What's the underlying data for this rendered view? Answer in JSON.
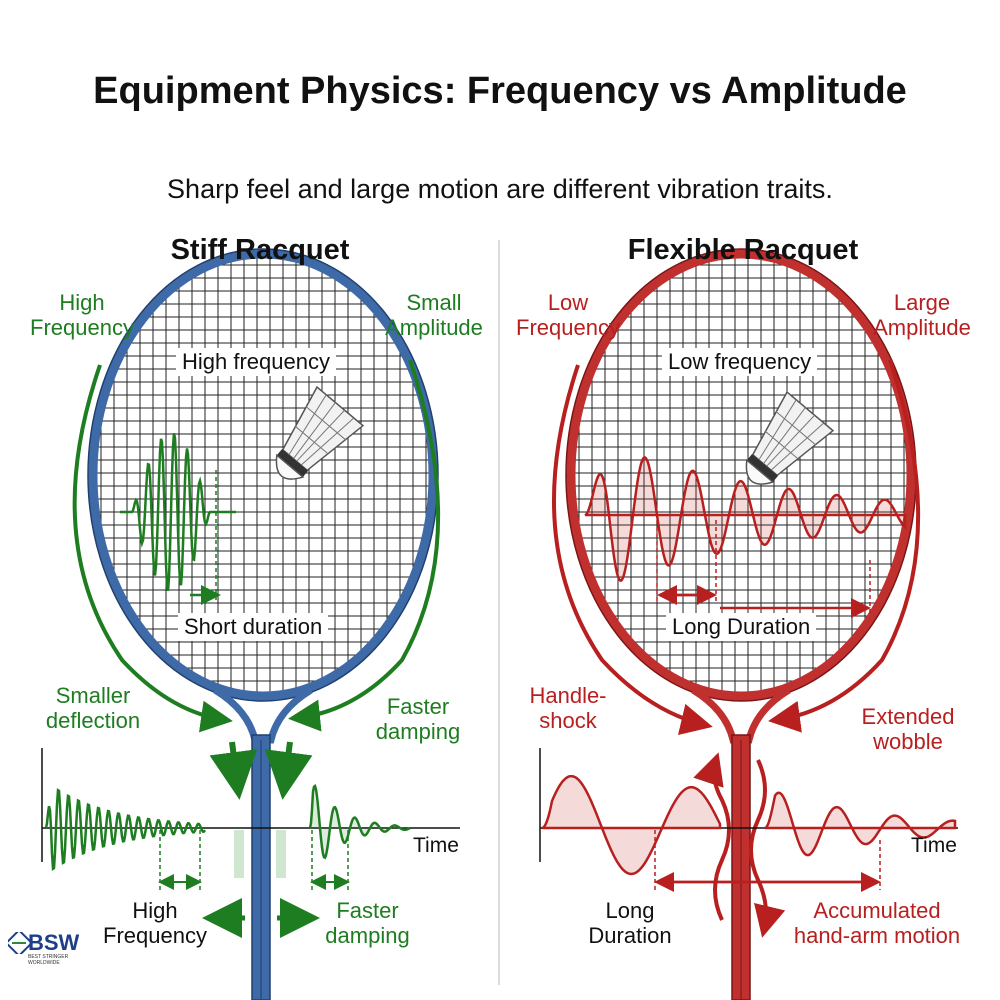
{
  "title": "Equipment Physics: Frequency vs Amplitude",
  "subtitle": "Sharp feel and large motion are different vibration traits.",
  "left": {
    "heading": "Stiff Racquet",
    "corner_left": [
      "High",
      "Frequency"
    ],
    "corner_right": [
      "Small",
      "Amplitude"
    ],
    "box_top": "High frequency",
    "box_bottom": "Short duration",
    "side_left": [
      "Smaller",
      "deflection"
    ],
    "side_right": [
      "Faster",
      "damping"
    ],
    "time_label": "Time",
    "bottom_left": [
      "High",
      "Frequency"
    ],
    "bottom_right": [
      "Faster",
      "damping"
    ]
  },
  "right": {
    "heading": "Flexible Racquet",
    "corner_left": [
      "Low",
      "Frequency"
    ],
    "corner_right": [
      "Large",
      "Amplitude"
    ],
    "box_top": "Low frequency",
    "box_bottom": "Long Duration",
    "side_left": [
      "Handle-",
      "shock"
    ],
    "side_right": [
      "Extended",
      "wobble"
    ],
    "time_label": "Time",
    "bottom_left": [
      "Long",
      "Duration"
    ],
    "bottom_right": [
      "Accumulated",
      "hand-arm motion"
    ]
  },
  "logo": {
    "text": "BSW",
    "sub": "BEST STRINGER WORLDWIDE"
  },
  "colors": {
    "stiff_frame": "#3f6aa8",
    "stiff_accent": "#1e7d20",
    "flex_frame": "#c0302e",
    "flex_accent": "#b81f1f"
  }
}
